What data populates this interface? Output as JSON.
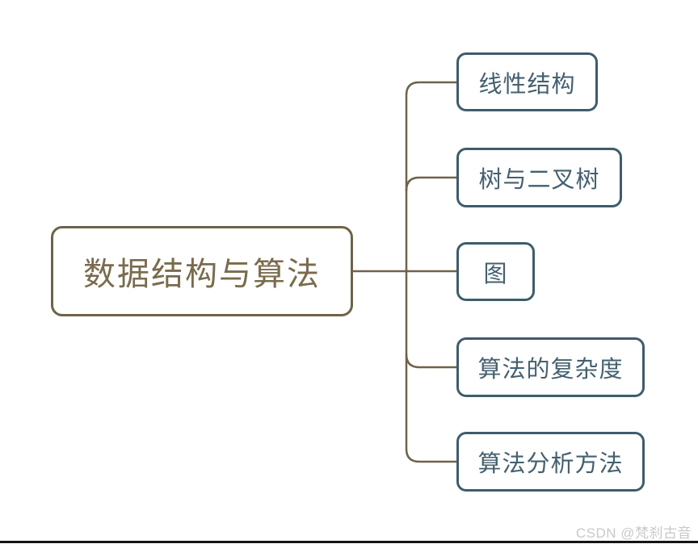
{
  "mindmap": {
    "root": {
      "label": "数据结构与算法"
    },
    "children": [
      {
        "label": "线性结构"
      },
      {
        "label": "树与二叉树"
      },
      {
        "label": "图"
      },
      {
        "label": "算法的复杂度"
      },
      {
        "label": "算法分析方法"
      }
    ]
  },
  "watermark": {
    "text": "CSDN @梵刹古音"
  },
  "colors": {
    "background": "#ffffff",
    "root_border": "#6e6349",
    "root_text": "#7a6b4d",
    "child_border": "#3e5c6c",
    "child_text": "#44606f",
    "connector": "#6e6349",
    "watermark_text": "#c9c9c9",
    "bottom_bar": "#141414"
  }
}
